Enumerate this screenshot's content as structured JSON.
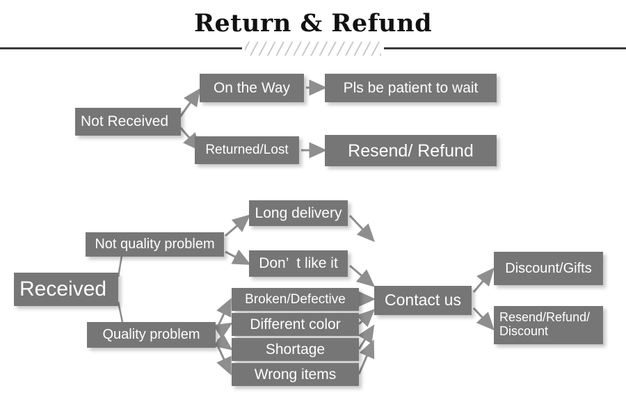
{
  "header": {
    "title": "Return & Refund",
    "divider_icon": "hatched-divider-icon"
  },
  "colors": {
    "node_fill": "#767676",
    "node_text": "#ffffff",
    "arrow": "#8e8e8e",
    "rule": "#3a3a3a",
    "hatch": "#c9c9c9",
    "page_background": "#ffffff"
  },
  "flow": {
    "branch_not_received": {
      "root": "Not Received",
      "steps": [
        {
          "cause": "On the Way",
          "result": "Pls be patient to wait"
        },
        {
          "cause": "Returned/Lost",
          "result": "Resend/ Refund"
        }
      ]
    },
    "branch_received": {
      "root": "Received",
      "categories": [
        {
          "label": "Not quality problem",
          "issues": [
            "Long delivery",
            "Don’  t like it"
          ]
        },
        {
          "label": "Quality problem",
          "issues": [
            "Broken/Defective",
            "Different color",
            "Shortage",
            "Wrong items"
          ]
        }
      ],
      "action": "Contact us",
      "outcomes": [
        "Discount/Gifts",
        "Resend/Refund/\nDiscount"
      ]
    }
  }
}
